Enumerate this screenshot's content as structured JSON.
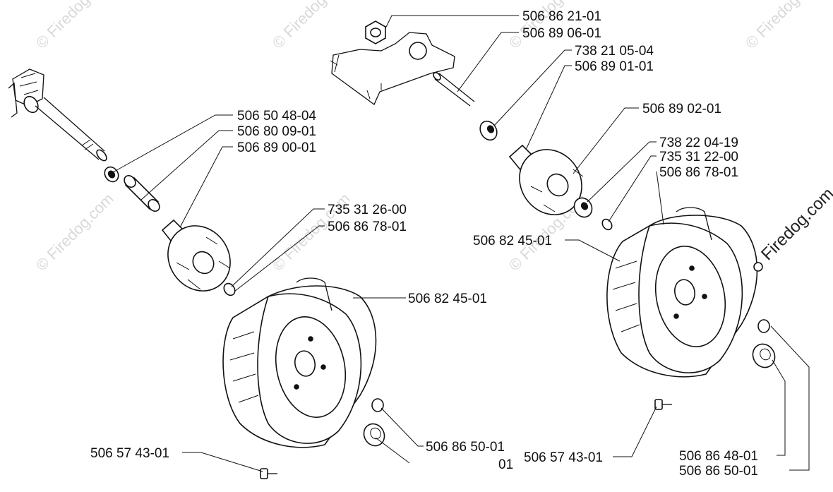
{
  "watermark": {
    "text": "© Firedog.com",
    "brand": "Firedog.com"
  },
  "left_assembly": {
    "label_01": "506 50 48-04",
    "label_02": "506 80 09-01",
    "label_03": "506 89 00-01",
    "label_04": "735 31 26-00",
    "label_05": "506 86 78-01",
    "label_06": "506 82 45-01",
    "label_07": "506 86 50-01",
    "label_08": "506 57 43-01",
    "label_09": "01"
  },
  "right_assembly": {
    "label_01": "506 86 21-01",
    "label_02": "506 89 06-01",
    "label_03": "738 21 05-04",
    "label_04": "506 89 01-01",
    "label_05": "506 89 02-01",
    "label_06": "738 22 04-19",
    "label_07": "735 31 22-00",
    "label_08": "506 86 78-01",
    "label_09": "506 82 45-01",
    "label_10": "506 57 43-01",
    "label_11": "506 86 48-01",
    "label_12": "506 86 50-01"
  },
  "colors": {
    "ink": "#111111",
    "watermark": "#d9d9d9",
    "background": "#ffffff"
  }
}
